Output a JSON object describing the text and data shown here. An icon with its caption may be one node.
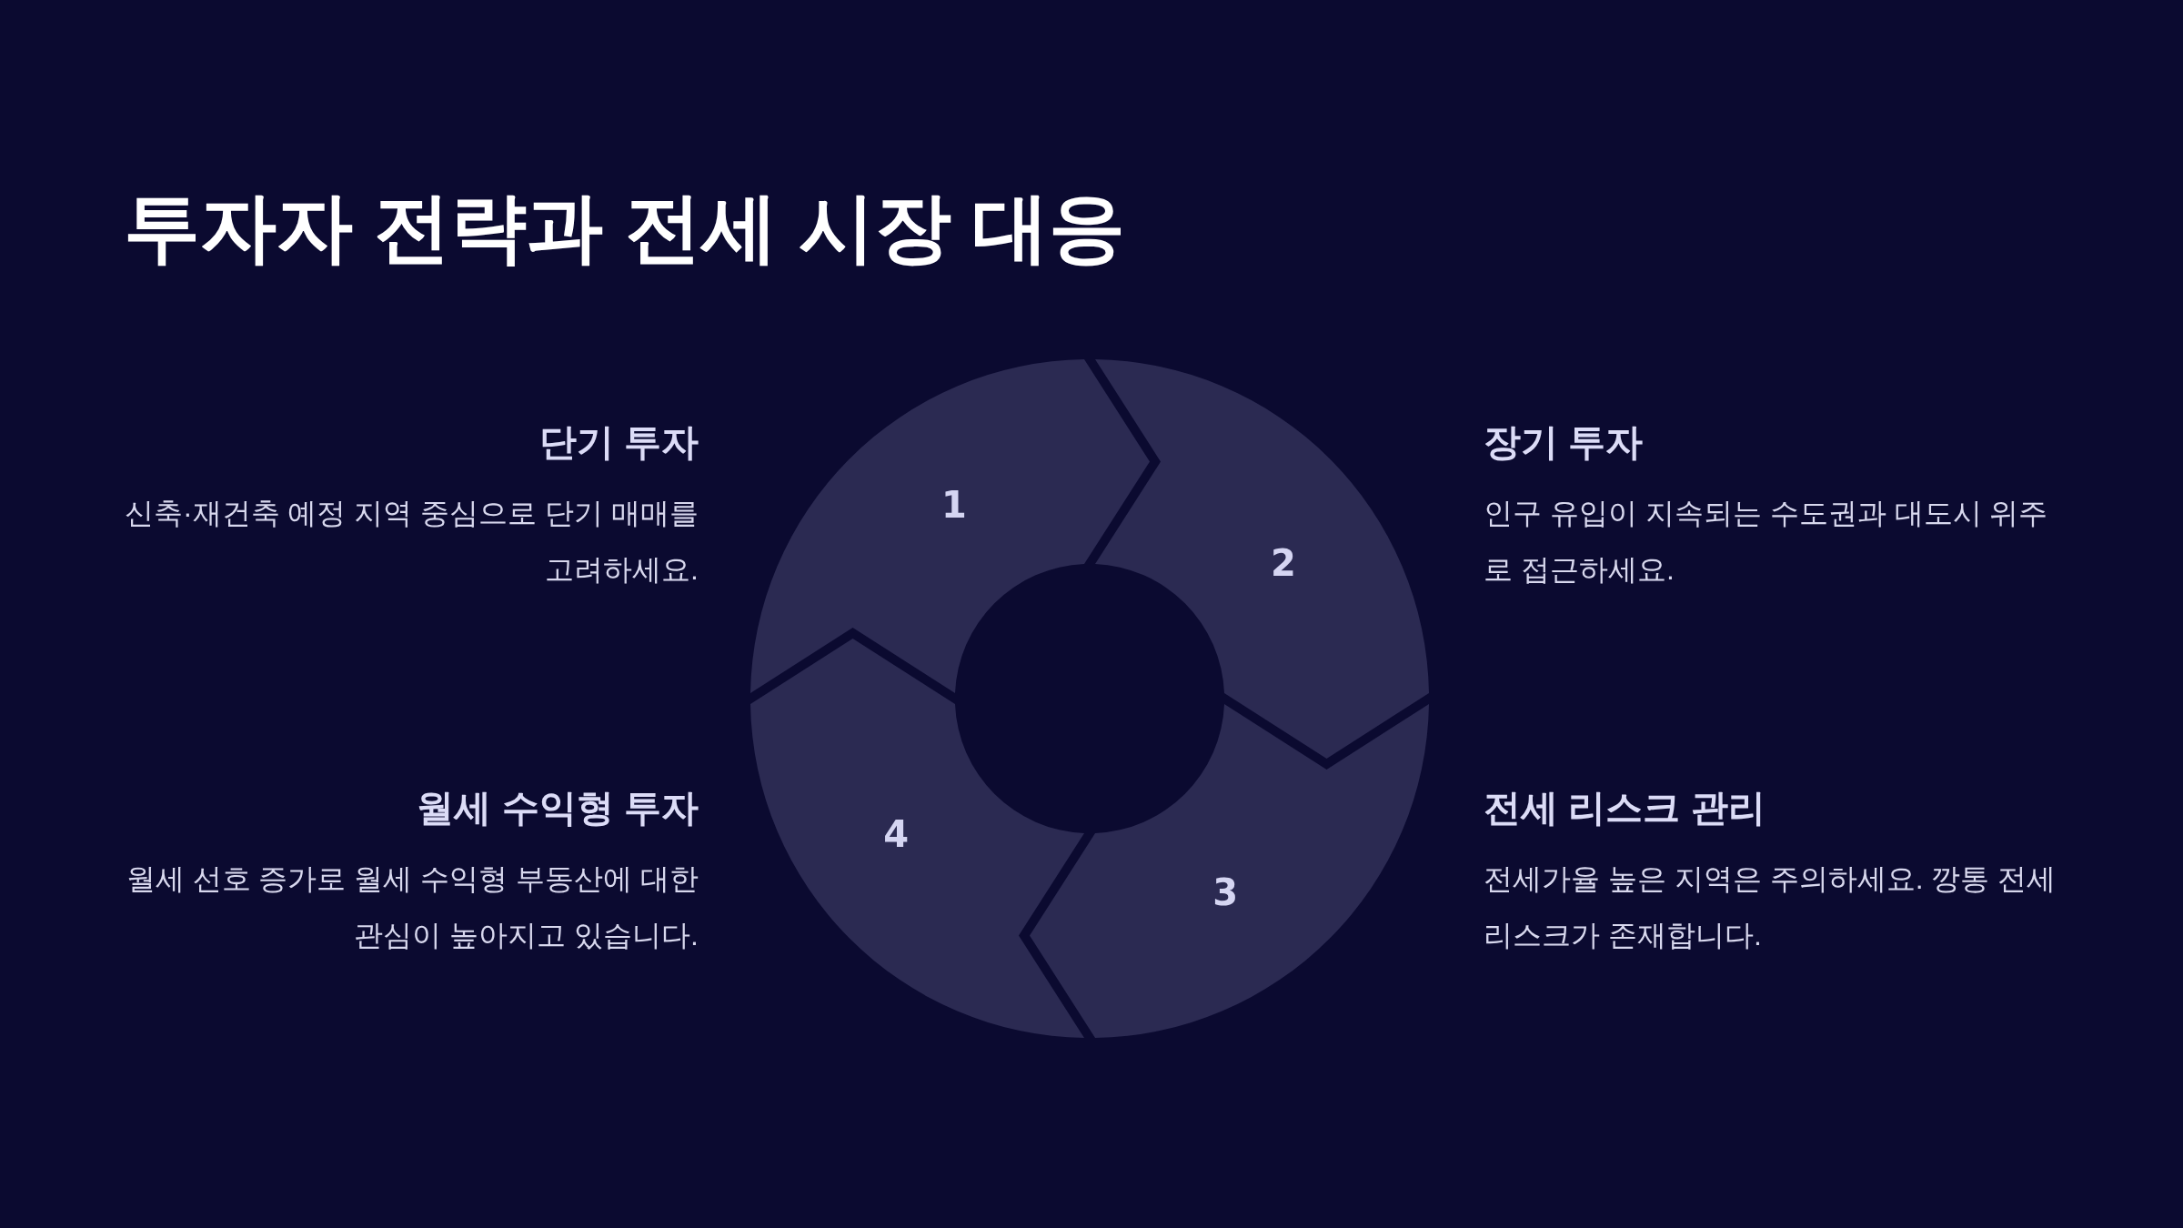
{
  "diagram": {
    "title": "투자자 전략과 전세 시장 대응",
    "nodes": [
      {
        "text": [
          "단기 투자",
          "신축·재건축 예정 지역 중심으로 단기 매매를 고려하세요."
        ]
      },
      {
        "text": [
          "1"
        ]
      },
      {
        "text": [
          "2"
        ]
      },
      {
        "text": [
          "장기 투자",
          "인구 유입이 지속되는 수도권과 대도시 위주로 접근하세요."
        ]
      },
      {
        "text": [
          "월세 수익형 투자",
          "월세 선호 증가로 월세 수익형 부동산에 대한 관심이 높아지고 있습니다."
        ]
      },
      {
        "text": [
          "4"
        ]
      },
      {
        "text": [
          "3"
        ]
      },
      {
        "text": [
          "전세 리스크 관리",
          "전세가율 높은 지역은 주의하세요. 깡통 전세 리스크가 존재합니다."
        ]
      }
    ],
    "edges": []
  }
}
